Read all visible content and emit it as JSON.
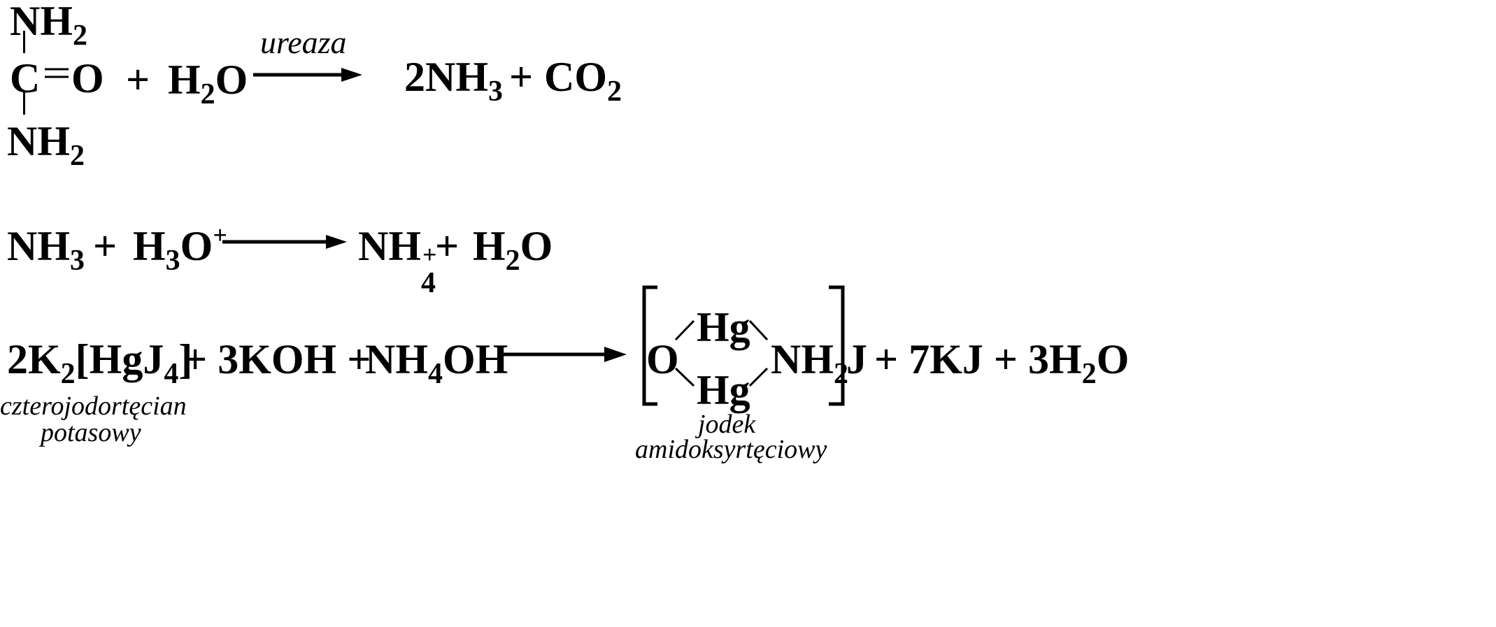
{
  "reaction1": {
    "urea": {
      "top_group": {
        "text": "NH",
        "sub": "2"
      },
      "carbon": "C",
      "oxygen": "O",
      "bottom_group": {
        "text": "NH",
        "sub": "2"
      }
    },
    "plus_1": "+",
    "water": {
      "a": "H",
      "sub": "2",
      "b": "O"
    },
    "enzyme_label": "ureaza",
    "product_1": {
      "text": "2NH",
      "sub": "3"
    },
    "plus_2": "+",
    "product_2": {
      "text": "CO",
      "sub": "2"
    }
  },
  "reaction2": {
    "ammonia": {
      "text": "NH",
      "sub": "3"
    },
    "plus_1": "+",
    "hydronium": {
      "a": "H",
      "sub": "3",
      "b": "O",
      "sup": "+"
    },
    "ammonium": {
      "text": "NH",
      "sup": "+",
      "sub": "4"
    },
    "plus_2": "+",
    "water": {
      "a": "H",
      "sub": "2",
      "b": "O"
    }
  },
  "reaction3": {
    "reagent": {
      "a": "2K",
      "sub1": "2",
      "b": "[HgJ",
      "sub2": "4",
      "c": "]"
    },
    "reagent_name_line1": "czterojodortęcian",
    "reagent_name_line2": "potasowy",
    "plus_koh": "+ 3KOH +",
    "ammonium_hydroxide": {
      "a": "NH",
      "sub": "4",
      "b": "OH"
    },
    "complex": {
      "oxygen": "O",
      "hg_top": "Hg",
      "hg_bottom": "Hg",
      "amine": {
        "text": "NH",
        "sub": "2"
      }
    },
    "iodide": "J",
    "tail": "+ 7KJ + 3H",
    "tail_sub": "2",
    "tail_end": "O",
    "product_name_line1": "jodek",
    "product_name_line2": "amidoksyrtęciowy"
  }
}
